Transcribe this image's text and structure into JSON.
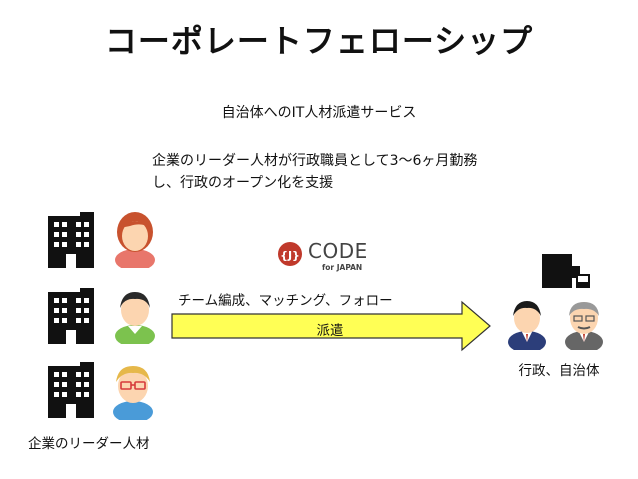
{
  "title": "コーポレートフェローシップ",
  "subtitle": "自治体へのIT人材派遣サービス",
  "description": {
    "line1": "企業のリーダー人材が行政職員として3〜6ヶ月勤務",
    "line2": "し、行政のオープン化を支援"
  },
  "logo": {
    "name": "CODE",
    "sub": "for JAPAN",
    "mark": "{ J",
    "brand_color": "#c0392b"
  },
  "flow": {
    "team_label": "チーム編成、マッチング、フォロー",
    "arrow_label": "派遣",
    "arrow_fill": "#ffff55"
  },
  "labels": {
    "government": "行政、自治体",
    "corporate_leaders": "企業のリーダー人材"
  },
  "icons": [
    "building-icon",
    "person-icon",
    "government-building-icon"
  ]
}
